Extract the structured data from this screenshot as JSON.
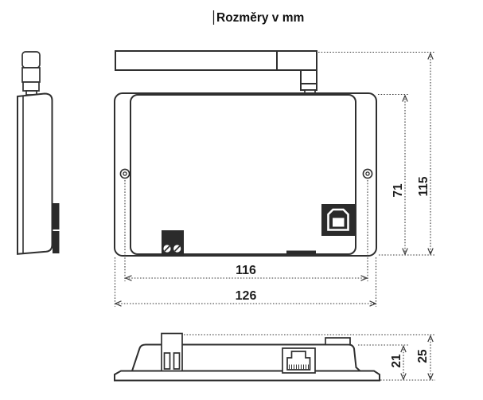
{
  "title": "Rozměry v mm",
  "colors": {
    "background": "#ffffff",
    "line": "#2f2f2f",
    "dark_fill": "#2b2b2b",
    "dimension_line": "#3a3a3a"
  },
  "dimension_labels": {
    "screw_spacing": "116",
    "body_width": "126",
    "body_height": "71",
    "height_with_antenna": "115",
    "body_depth": "21",
    "depth_with_terminal": "25"
  },
  "views": {
    "side": "side-view",
    "front": "front-view",
    "bottom": "bottom-view"
  },
  "icons": {
    "antenna": "antenna",
    "screw_hole": "mounting-screw-hole",
    "terminal_block": "screw-terminal-block",
    "usb_port": "usb-b-port",
    "rj45_port": "rj45-ethernet-port"
  }
}
